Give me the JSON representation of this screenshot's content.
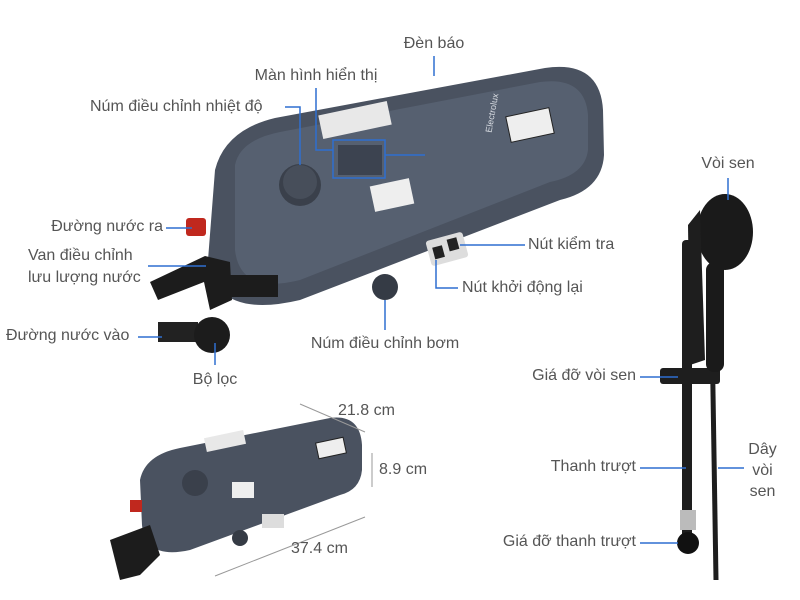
{
  "labels": {
    "indicator_light": "Đèn báo",
    "display": "Màn hình hiển thị",
    "temp_knob": "Núm điều chỉnh nhiệt độ",
    "water_outlet": "Đường nước ra",
    "flow_valve_line1": "Van điều chỉnh",
    "flow_valve_line2": "lưu lượng nước",
    "water_inlet": "Đường nước vào",
    "filter": "Bộ lọc",
    "test_button": "Nút kiểm tra",
    "reset_button": "Nút khởi động lại",
    "pump_knob": "Núm điều chỉnh bơm",
    "shower_head": "Vòi sen",
    "shower_holder": "Giá đỡ vòi sen",
    "slide_bar": "Thanh trượt",
    "hose_line1": "Dây",
    "hose_line2": "vòi",
    "hose_line3": "sen",
    "bar_holder": "Giá đỡ thanh trượt"
  },
  "dimensions": {
    "depth": "21.8 cm",
    "height": "8.9 cm",
    "width": "37.4 cm"
  },
  "brand": "Electrolux",
  "colors": {
    "body": "#4a5260",
    "leader_line": "#2f6fd0",
    "label_text": "#555555",
    "outlet_red": "#c0281e"
  }
}
